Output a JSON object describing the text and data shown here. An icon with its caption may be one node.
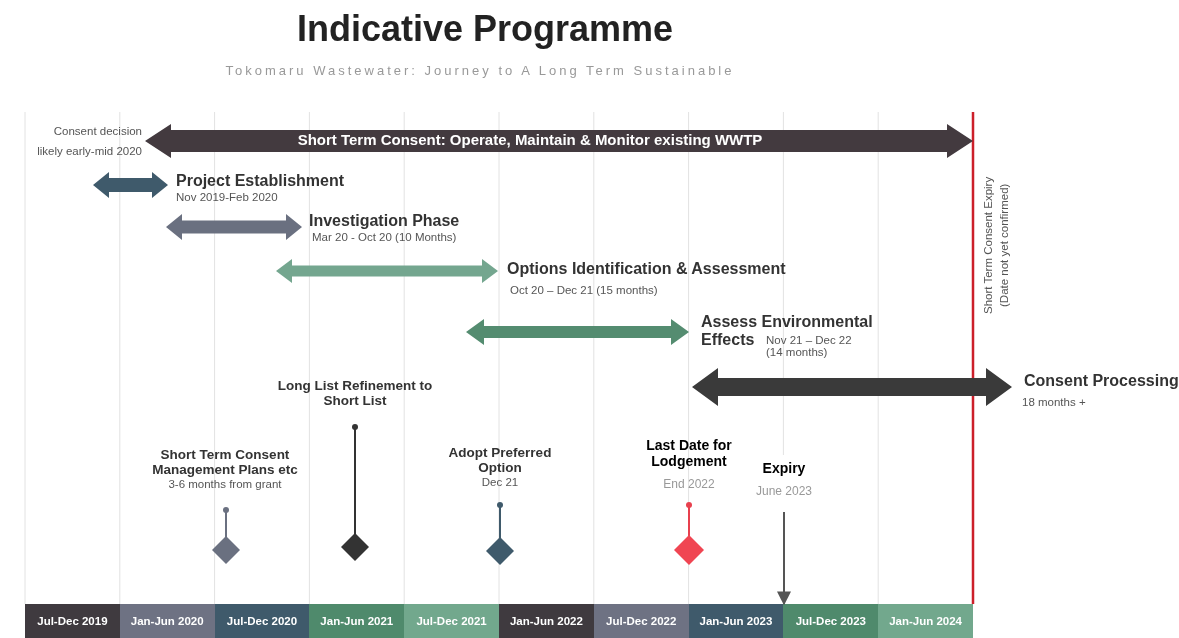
{
  "diagram": {
    "title": "Indicative Programme",
    "nodes": [
      {
        "text": [
          "Short Term Consent:  Operate, Maintain & Monitor existing WWTP"
        ],
        "beside": [
          "Consent decision likely early-mid 2020"
        ]
      },
      {
        "text": [
          "Project Establishment",
          "Nov 2019-Feb 2020"
        ]
      },
      {
        "text": [
          "Investigation Phase",
          "Mar 20  - Oct 20 (10 Months)"
        ]
      },
      {
        "text": [
          "Options Identification & Assessment",
          "Oct 20 – Dec 21 (15 months)"
        ]
      },
      {
        "text": [
          "Assess Environmental Effects",
          "Nov 21 – Dec 22 (14 months)"
        ]
      },
      {
        "text": [
          "Consent Processing",
          "18 months +"
        ]
      },
      {
        "text": [
          "Short Term Consent Management Plans etc",
          "3-6 months from grant"
        ]
      },
      {
        "text": [
          "Long List Refinement to Short List"
        ]
      },
      {
        "text": [
          "Adopt Preferred Option",
          "Dec 21"
        ]
      },
      {
        "text": [
          "Last Date for Lodgement",
          "End 2022"
        ]
      },
      {
        "text": [
          "Expiry",
          "June 2023"
        ]
      },
      {
        "text": [
          "Jul-Dec 2019"
        ]
      },
      {
        "text": [
          "Jan-Jun 2020"
        ]
      },
      {
        "text": [
          "Jul-Dec 2020"
        ]
      },
      {
        "text": [
          "Jan-Jun 2021"
        ]
      },
      {
        "text": [
          "Jul-Dec 2021"
        ]
      },
      {
        "text": [
          "Jan-Jun 2022"
        ]
      },
      {
        "text": [
          "Jul-Dec 2022"
        ]
      },
      {
        "text": [
          "Jan-Jun 2023"
        ]
      },
      {
        "text": [
          "Jul-Dec 2023"
        ]
      },
      {
        "text": [
          "Jan-Jun 2024"
        ]
      }
    ],
    "edges": [
      {
        "from": 10,
        "to": 19,
        "arrow": "to"
      }
    ],
    "labels": [
      "Tokomaru Wastewater: Journey to A Long Term Sustainable",
      "Short Term Consent Expiry",
      "(Date not yet confirmed)"
    ]
  }
}
